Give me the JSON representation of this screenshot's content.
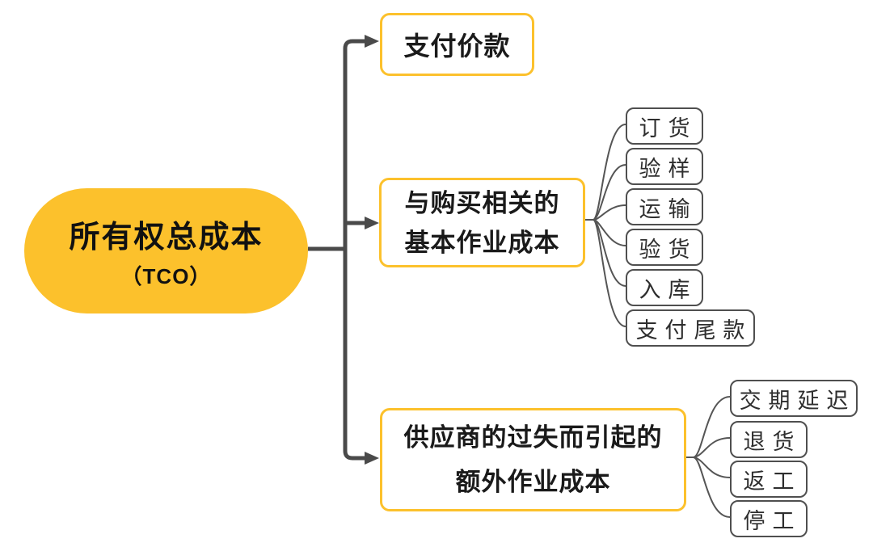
{
  "diagram": {
    "type": "mindmap",
    "root": {
      "label": "所有权总成本",
      "sublabel": "（TCO）"
    },
    "branches": [
      {
        "label": "支付价款",
        "children": []
      },
      {
        "label": "与购买相关的\n基本作业成本",
        "children": [
          "订货",
          "验样",
          "运输",
          "验货",
          "入库",
          "支付尾款"
        ]
      },
      {
        "label": "供应商的过失而引起的\n额外作业成本",
        "children": [
          "交期延迟",
          "退货",
          "返工",
          "停工"
        ]
      }
    ],
    "colors": {
      "accent": "#FCC12C",
      "line": "#4A4A4A",
      "child_border": "#4F4F4F"
    }
  }
}
